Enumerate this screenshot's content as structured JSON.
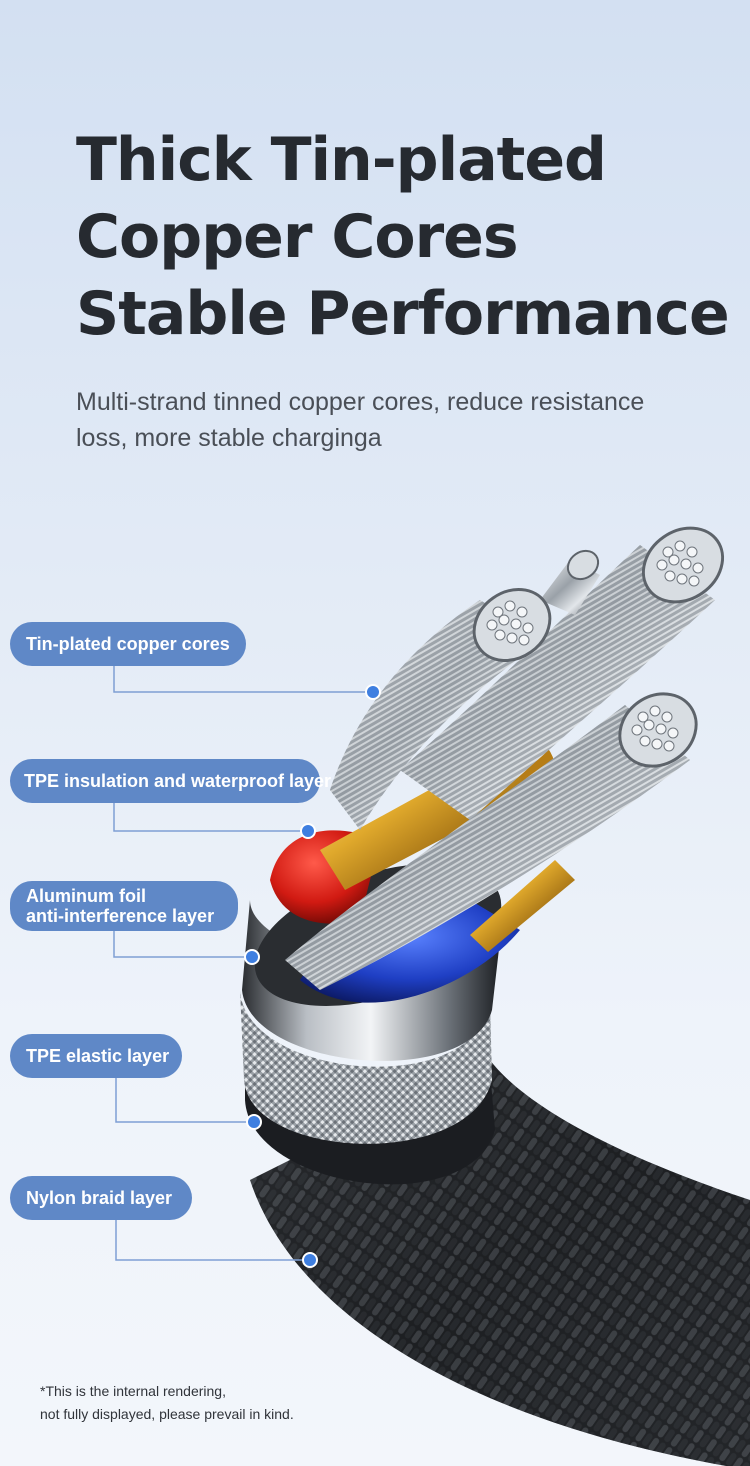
{
  "title": {
    "line1": "Thick Tin-plated",
    "line2": "Copper Cores",
    "line3": "Stable Performance"
  },
  "subtitle": {
    "line1": "Multi-strand tinned copper cores, reduce resistance",
    "line2": "loss, more stable charginga"
  },
  "labels": {
    "core": "Tin-plated copper cores",
    "tpe_insulation": "TPE insulation and waterproof layer",
    "foil_line1": "Aluminum foil",
    "foil_line2": "anti-interference layer",
    "tpe_elastic": "TPE elastic layer",
    "nylon": "Nylon braid layer"
  },
  "footnote": {
    "line1": "*This is the internal rendering,",
    "line2": "not fully displayed, please prevail in kind."
  },
  "colors": {
    "accent": "#5f88c7",
    "leader": "#7f9fd4",
    "dot": "#3f7fe0"
  }
}
